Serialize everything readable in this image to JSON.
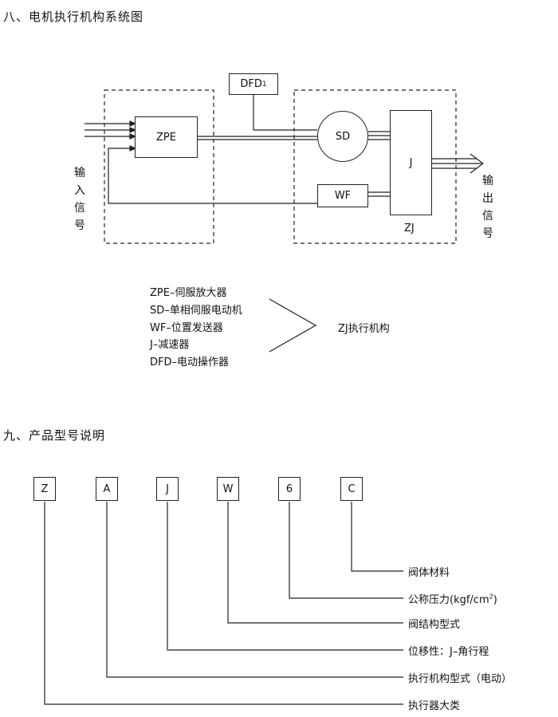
{
  "section8": {
    "heading": "八、电机执行机构系统图",
    "blocks": {
      "zpe": "ZPE",
      "dfd": "DFD",
      "dfd_sub": "1",
      "sd": "SD",
      "wf": "WF",
      "j": "J",
      "zj": "ZJ"
    },
    "input_label": "输入信号",
    "output_label": "输出信号",
    "legend": [
      "ZPE–伺服放大器",
      "SD–单相伺服电动机",
      "WF–位置发送器",
      "J–减速器",
      "DFD–电动操作器"
    ],
    "legend_group": "ZJ执行机构"
  },
  "section9": {
    "heading": "九、产品型号说明",
    "codes": [
      "Z",
      "A",
      "J",
      "W",
      "6",
      "C"
    ],
    "labels": {
      "c": "阀体材料",
      "six_prefix": "公称压力(kgf/cm",
      "six_sup": "2",
      "six_suffix": ")",
      "w": "阀结构型式",
      "j": "位移性：J–角行程",
      "a": "执行机构型式（电动）",
      "z": "执行器大类"
    }
  }
}
